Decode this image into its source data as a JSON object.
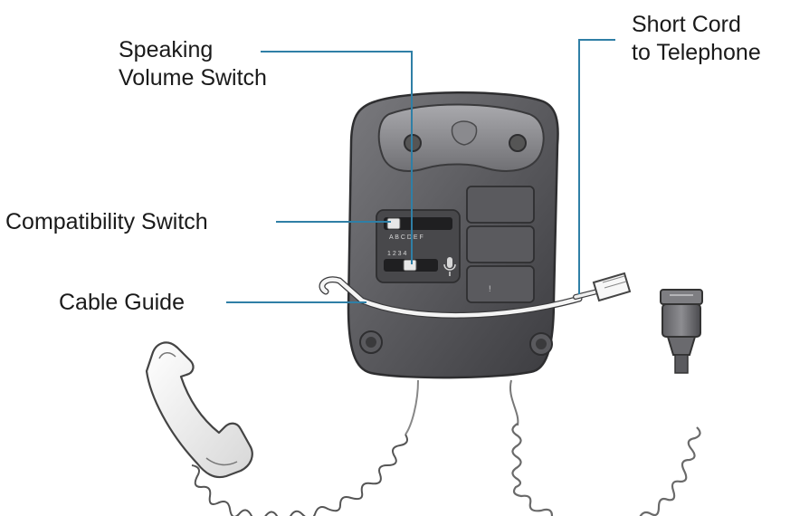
{
  "labels": {
    "speaking_volume_switch": [
      "Speaking",
      "Volume Switch"
    ],
    "short_cord": [
      "Short Cord",
      "to Telephone"
    ],
    "compatibility_switch": "Compatibility Switch",
    "cable_guide": "Cable Guide"
  },
  "switch_marks": {
    "compat_letters": "A B C D E F",
    "volume_numbers": "1  2  3  4"
  },
  "colors": {
    "callout_line": "#2f7fa6",
    "body_dark": "#4a4a4d",
    "body_light": "#6e6e72"
  },
  "icons": [
    "handset-icon",
    "mic-icon",
    "telephone-plug-icon",
    "quick-disconnect-icon"
  ]
}
